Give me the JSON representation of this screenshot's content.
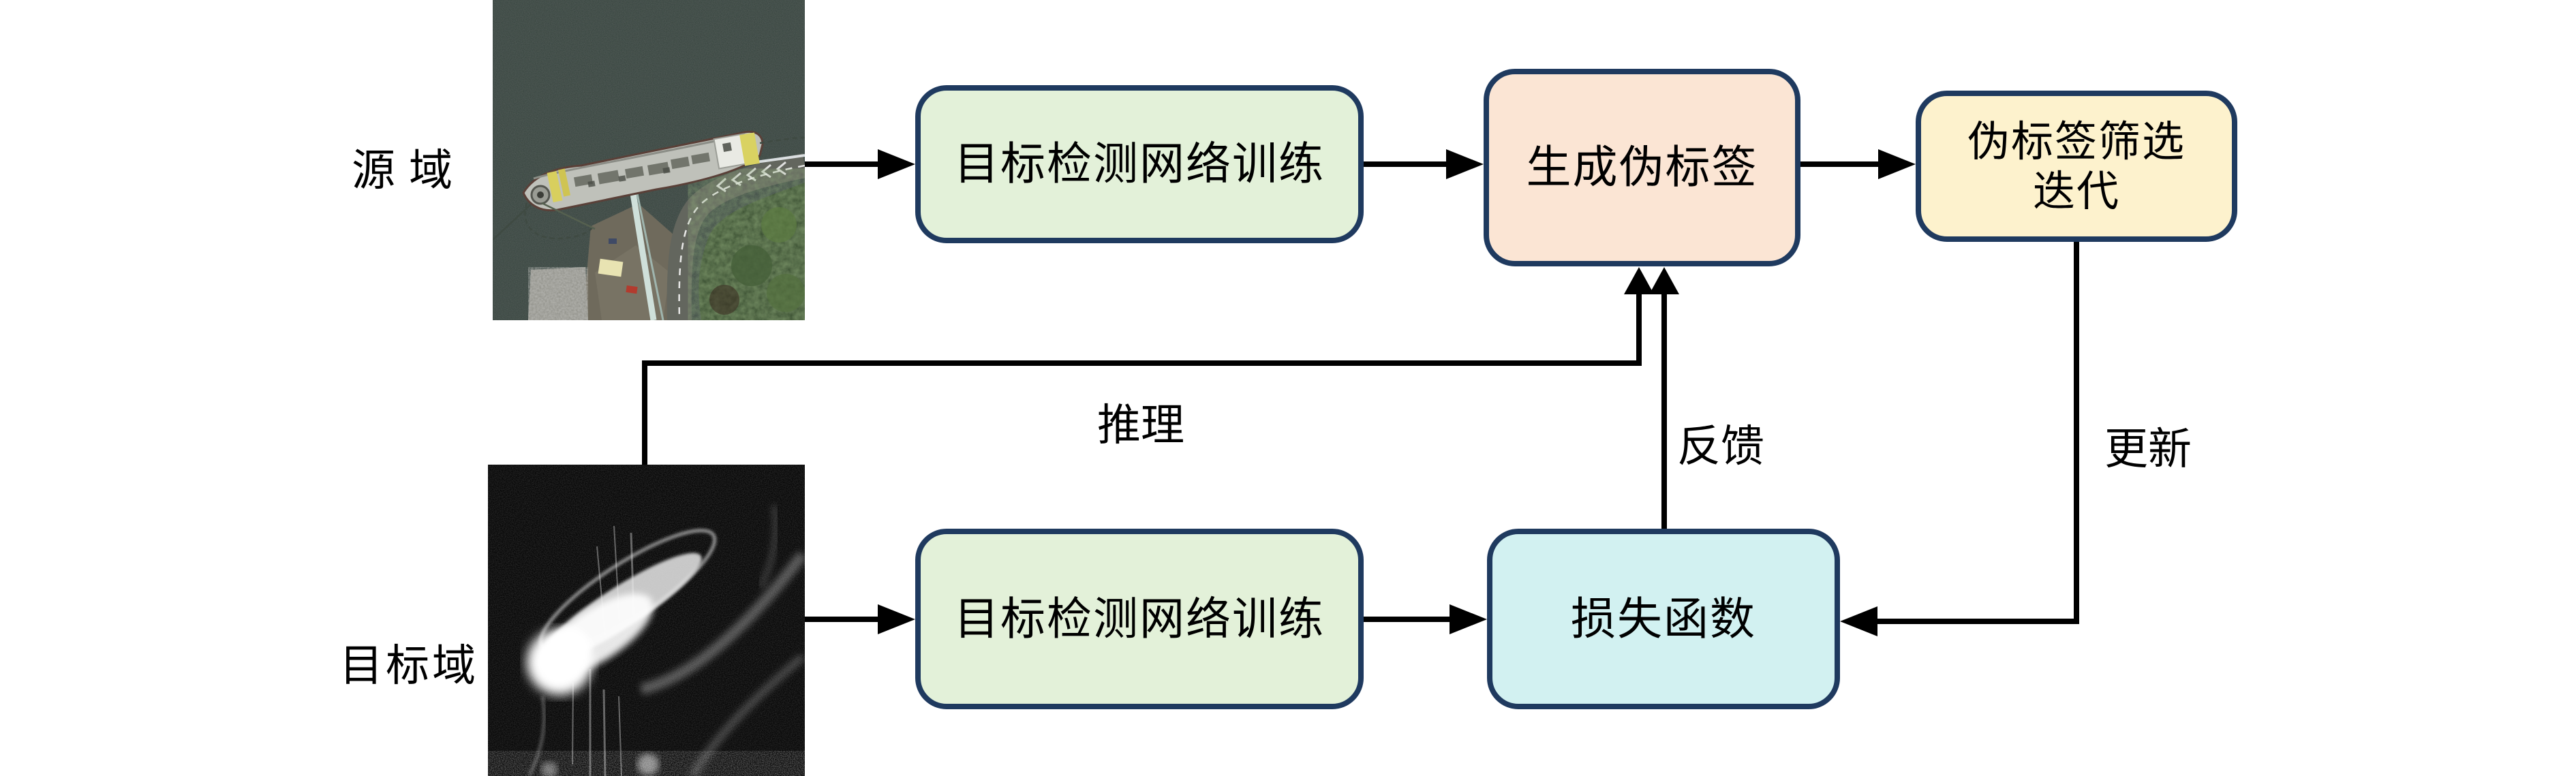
{
  "diagram": {
    "side_labels": {
      "source": "源域",
      "target": "目标域"
    },
    "nodes": {
      "train_source": {
        "label": "目标检测网络训练",
        "fill": "#e3f1d9"
      },
      "generate_pseudo_labels": {
        "label": "生成伪标签",
        "fill": "#fbe5d4"
      },
      "pseudo_label_filter": {
        "lines": [
          "伪标签筛选",
          "迭代"
        ],
        "fill": "#fdf2cd"
      },
      "train_target": {
        "label": "目标检测网络训练",
        "fill": "#e3f1d9"
      },
      "loss_function": {
        "label": "损失函数",
        "fill": "#d2f1f1"
      }
    },
    "edge_labels": {
      "inference": "推理",
      "feedback": "反馈",
      "update": "更新"
    },
    "images": {
      "source": "optical-satellite-ship-photo",
      "target": "sar-ship-image"
    },
    "colors": {
      "node_border": "#1f3a5f",
      "connector": "#000000",
      "green_fill": "#e3f1d9",
      "peach_fill": "#fbe5d4",
      "yellow_fill": "#fdf2cd",
      "cyan_fill": "#d2f1f1",
      "background": "#ffffff"
    }
  }
}
